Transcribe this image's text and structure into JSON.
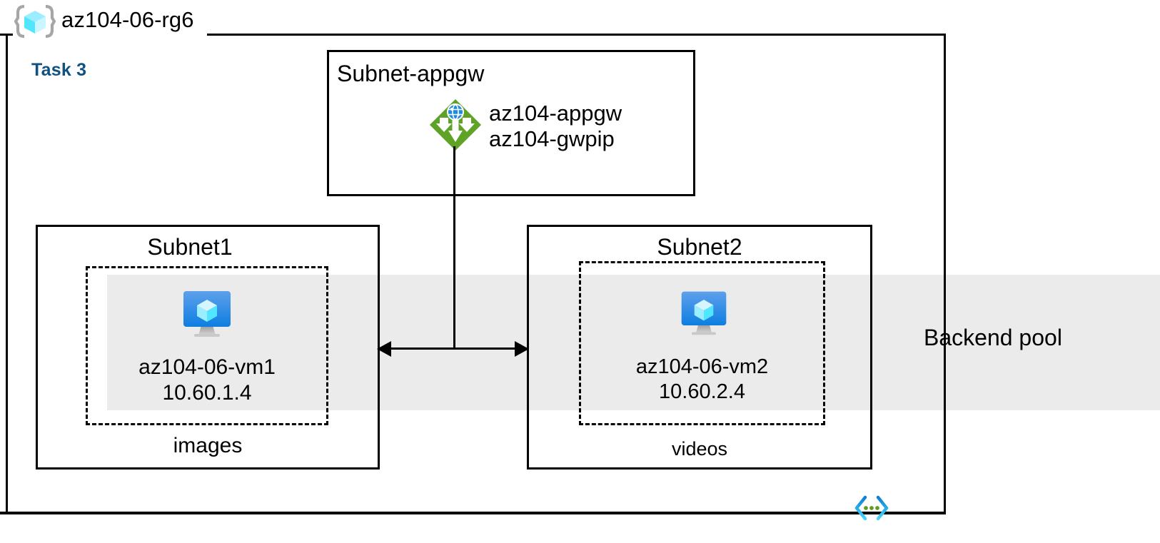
{
  "diagram": {
    "resource_group": {
      "name": "az104-06-rg6",
      "icon": "resource-group-cube-icon"
    },
    "task": {
      "label": "Task 3",
      "color": "#12507f"
    },
    "backend_pool": {
      "label": "Backend pool",
      "band_color": "#ebebeb"
    },
    "subnet_appgw": {
      "title": "Subnet-appgw",
      "gateway_icon": "application-gateway-icon",
      "resources": "az104-appgw\naz104-gwpip",
      "resource_lines": [
        "az104-appgw",
        "az104-gwpip"
      ]
    },
    "subnet1": {
      "title": "Subnet1",
      "footer": "images",
      "vm_icon": "virtual-machine-icon",
      "vm_name": "az104-06-vm1",
      "vm_ip": "10.60.1.4",
      "vm_text": "az104-06-vm1\n10.60.1.4"
    },
    "subnet2": {
      "title": "Subnet2",
      "footer": "videos",
      "vm_icon": "virtual-machine-icon",
      "vm_name": "az104-06-vm2",
      "vm_ip": "10.60.2.4",
      "vm_text": "az104-06-vm2\n10.60.2.4"
    },
    "connector": {
      "type": "bidirectional-arrow",
      "icon": "double-headed-arrow-icon"
    },
    "code_badge": {
      "icon": "code-brackets-icon",
      "bracket_color_top": "#0078d4",
      "bracket_color_bottom": "#32c8f0",
      "dot_color": "#5e9e26"
    },
    "palette": {
      "stroke": "#000000",
      "gateway_green": "#5ea226",
      "vm_blue_top": "#5ea0ec",
      "vm_blue_bottom": "#0d7ee0",
      "cube_cyan": "#50e6ff",
      "cube_light": "#c3f1ff"
    }
  }
}
